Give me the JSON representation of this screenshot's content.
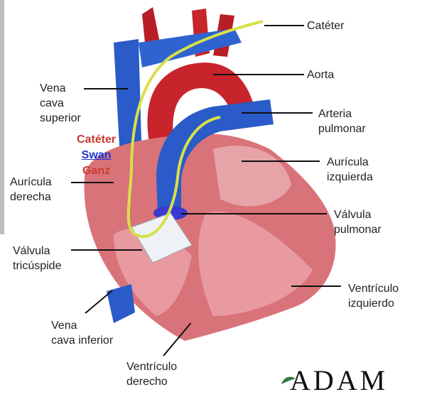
{
  "labels": {
    "cateter": "Catéter",
    "aorta": "Aorta",
    "arteria_pulmonar": [
      "Arteria",
      "pulmonar"
    ],
    "auricula_izquierda": [
      "Aurícula",
      "izquierda"
    ],
    "valvula_pulmonar": [
      "Válvula",
      "pulmonar"
    ],
    "ventriculo_izquierdo": [
      "Ventrículo",
      "izquierdo"
    ],
    "vena_cava_superior": [
      "Vena",
      "cava",
      "superior"
    ],
    "auricula_derecha": [
      "Aurícula",
      "derecha"
    ],
    "valvula_tricuspide": [
      "Válvula",
      "tricúspide"
    ],
    "vena_cava_inferior": [
      "Vena",
      "cava inferior"
    ],
    "ventriculo_derecho": [
      "Ventrículo",
      "derecho"
    ],
    "swan_ganz": [
      "Catéter",
      "Swan",
      "Ganz"
    ]
  },
  "logo": "ADAM",
  "colors": {
    "artery_red": "#c8242b",
    "vein_blue": "#2a5bc8",
    "muscle": "#d9737a",
    "catheter": "#d8e04a"
  }
}
